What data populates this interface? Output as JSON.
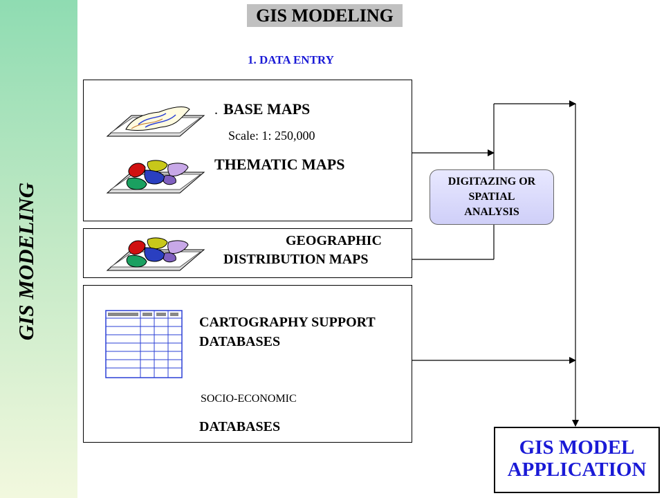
{
  "sidebar": {
    "title": "GIS MODELING"
  },
  "header": {
    "title": "GIS MODELING",
    "subtitle": "1.  DATA ENTRY"
  },
  "group1": {
    "base_maps": "BASE MAPS",
    "base_maps_bullet": ".",
    "scale": "Scale: 1: 250,000",
    "thematic_maps": "THEMATIC MAPS"
  },
  "group2": {
    "line1": "GEOGRAPHIC",
    "line2": "DISTRIBUTION MAPS"
  },
  "group3": {
    "cartography_line1": "CARTOGRAPHY SUPPORT",
    "cartography_line2": "DATABASES",
    "socio": "SOCIO-ECONOMIC",
    "databases": "DATABASES"
  },
  "process": {
    "line1": "DIGITAZING OR",
    "line2": "SPATIAL",
    "line3": "ANALYSIS"
  },
  "output": {
    "line1": "GIS MODEL",
    "line2": "APPLICATION"
  },
  "icons": [
    "base-map-icon",
    "thematic-map-icon",
    "geographic-map-icon",
    "database-table-icon"
  ],
  "colors": {
    "sidebar_top": "#8fdcb2",
    "sidebar_bottom": "#f2f8de",
    "title_bg": "#c0c0c0",
    "accent_blue": "#1a1ad6",
    "process_fill": "#dcdcfa"
  }
}
